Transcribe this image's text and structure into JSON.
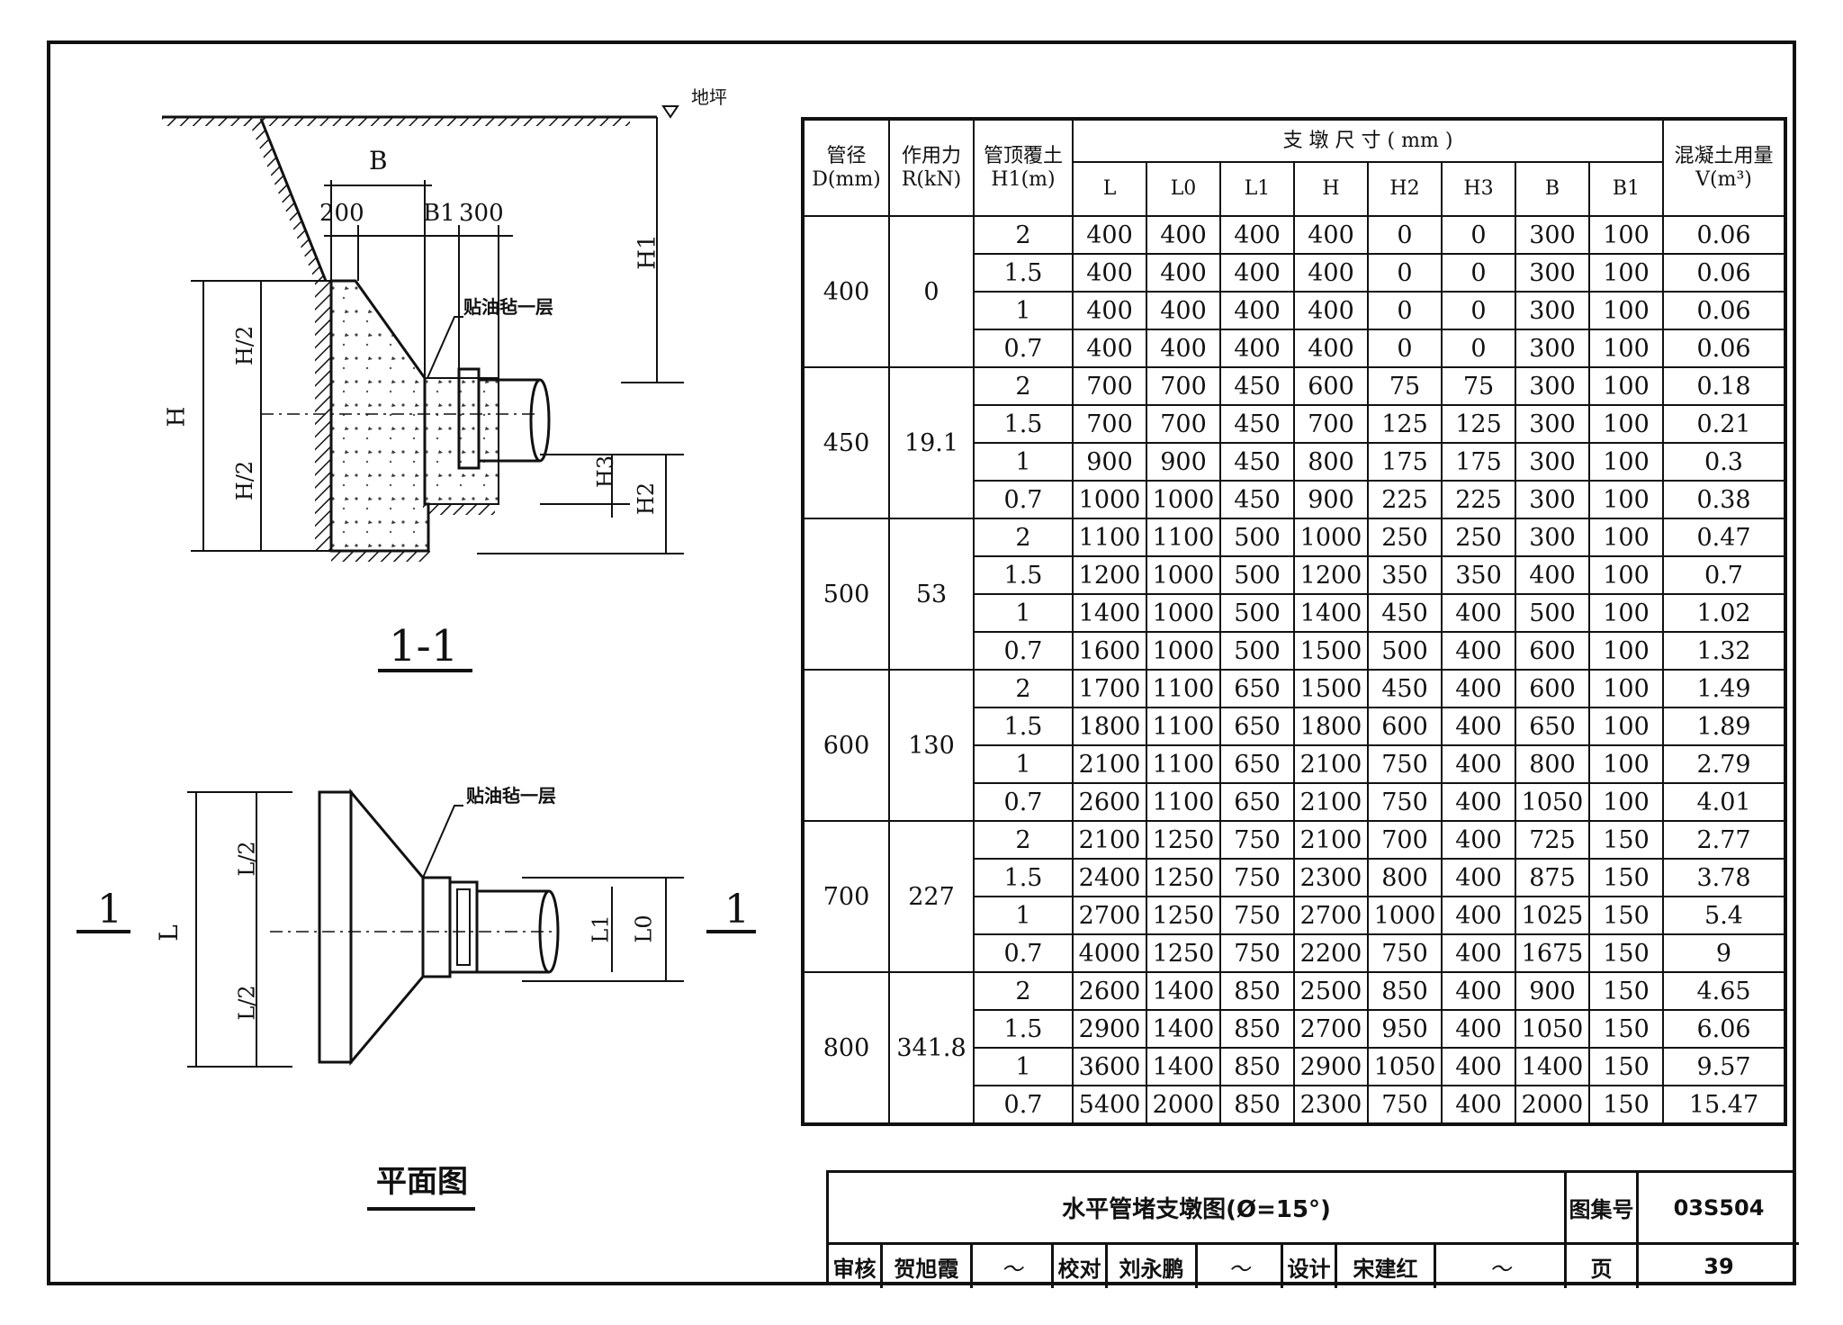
{
  "drawing": {
    "section_label": "1-1",
    "plan_label": "平面图",
    "ground_label": "地坪",
    "membrane_label_section": "贴油毡一层",
    "membrane_label_plan": "贴油毡一层",
    "cut_mark_left": "1",
    "cut_mark_right": "1",
    "dims": {
      "B": "B",
      "d200": "200",
      "B1": "B1",
      "d300": "300",
      "H1": "H1",
      "H": "H",
      "H_half_top": "H/2",
      "H_half_bot": "H/2",
      "H3": "H3",
      "H2": "H2",
      "L": "L",
      "L_half_top": "L/2",
      "L_half_bot": "L/2",
      "L1": "L1",
      "L0": "L0"
    }
  },
  "table": {
    "headers": {
      "d_top": "管径",
      "d_bot": "D(mm)",
      "r_top": "作用力",
      "r_bot": "R(kN)",
      "h_top": "管顶覆土",
      "h_bot": "H1(m)",
      "dims_group": "支 墩 尺 寸 ( mm )",
      "v_top": "混凝土用量",
      "v_bot": "V(m³)",
      "cols": [
        "L",
        "L0",
        "L1",
        "H",
        "H2",
        "H3",
        "B",
        "B1"
      ]
    },
    "groups": [
      {
        "d": "400",
        "r": "0",
        "rows": [
          [
            "2",
            "400",
            "400",
            "400",
            "400",
            "0",
            "0",
            "300",
            "100",
            "0.06"
          ],
          [
            "1.5",
            "400",
            "400",
            "400",
            "400",
            "0",
            "0",
            "300",
            "100",
            "0.06"
          ],
          [
            "1",
            "400",
            "400",
            "400",
            "400",
            "0",
            "0",
            "300",
            "100",
            "0.06"
          ],
          [
            "0.7",
            "400",
            "400",
            "400",
            "400",
            "0",
            "0",
            "300",
            "100",
            "0.06"
          ]
        ]
      },
      {
        "d": "450",
        "r": "19.1",
        "rows": [
          [
            "2",
            "700",
            "700",
            "450",
            "600",
            "75",
            "75",
            "300",
            "100",
            "0.18"
          ],
          [
            "1.5",
            "700",
            "700",
            "450",
            "700",
            "125",
            "125",
            "300",
            "100",
            "0.21"
          ],
          [
            "1",
            "900",
            "900",
            "450",
            "800",
            "175",
            "175",
            "300",
            "100",
            "0.3"
          ],
          [
            "0.7",
            "1000",
            "1000",
            "450",
            "900",
            "225",
            "225",
            "300",
            "100",
            "0.38"
          ]
        ]
      },
      {
        "d": "500",
        "r": "53",
        "rows": [
          [
            "2",
            "1100",
            "1100",
            "500",
            "1000",
            "250",
            "250",
            "300",
            "100",
            "0.47"
          ],
          [
            "1.5",
            "1200",
            "1000",
            "500",
            "1200",
            "350",
            "350",
            "400",
            "100",
            "0.7"
          ],
          [
            "1",
            "1400",
            "1000",
            "500",
            "1400",
            "450",
            "400",
            "500",
            "100",
            "1.02"
          ],
          [
            "0.7",
            "1600",
            "1000",
            "500",
            "1500",
            "500",
            "400",
            "600",
            "100",
            "1.32"
          ]
        ]
      },
      {
        "d": "600",
        "r": "130",
        "rows": [
          [
            "2",
            "1700",
            "1100",
            "650",
            "1500",
            "450",
            "400",
            "600",
            "100",
            "1.49"
          ],
          [
            "1.5",
            "1800",
            "1100",
            "650",
            "1800",
            "600",
            "400",
            "650",
            "100",
            "1.89"
          ],
          [
            "1",
            "2100",
            "1100",
            "650",
            "2100",
            "750",
            "400",
            "800",
            "100",
            "2.79"
          ],
          [
            "0.7",
            "2600",
            "1100",
            "650",
            "2100",
            "750",
            "400",
            "1050",
            "100",
            "4.01"
          ]
        ]
      },
      {
        "d": "700",
        "r": "227",
        "rows": [
          [
            "2",
            "2100",
            "1250",
            "750",
            "2100",
            "700",
            "400",
            "725",
            "150",
            "2.77"
          ],
          [
            "1.5",
            "2400",
            "1250",
            "750",
            "2300",
            "800",
            "400",
            "875",
            "150",
            "3.78"
          ],
          [
            "1",
            "2700",
            "1250",
            "750",
            "2700",
            "1000",
            "400",
            "1025",
            "150",
            "5.4"
          ],
          [
            "0.7",
            "4000",
            "1250",
            "750",
            "2200",
            "750",
            "400",
            "1675",
            "150",
            "9"
          ]
        ]
      },
      {
        "d": "800",
        "r": "341.8",
        "rows": [
          [
            "2",
            "2600",
            "1400",
            "850",
            "2500",
            "850",
            "400",
            "900",
            "150",
            "4.65"
          ],
          [
            "1.5",
            "2900",
            "1400",
            "850",
            "2700",
            "950",
            "400",
            "1050",
            "150",
            "6.06"
          ],
          [
            "1",
            "3600",
            "1400",
            "850",
            "2900",
            "1050",
            "400",
            "1400",
            "150",
            "9.57"
          ],
          [
            "0.7",
            "5400",
            "2000",
            "850",
            "2300",
            "750",
            "400",
            "2000",
            "150",
            "15.47"
          ]
        ]
      }
    ]
  },
  "title_block": {
    "title": "水平管堵支墩图(Ø=15°)",
    "atlas_label": "图集号",
    "atlas_no": "03S504",
    "review_label": "审核",
    "reviewer": "贺旭霞",
    "check_label": "校对",
    "checker": "刘永鹏",
    "design_label": "设计",
    "designer": "宋建红",
    "page_label": "页",
    "page_no": "39"
  }
}
